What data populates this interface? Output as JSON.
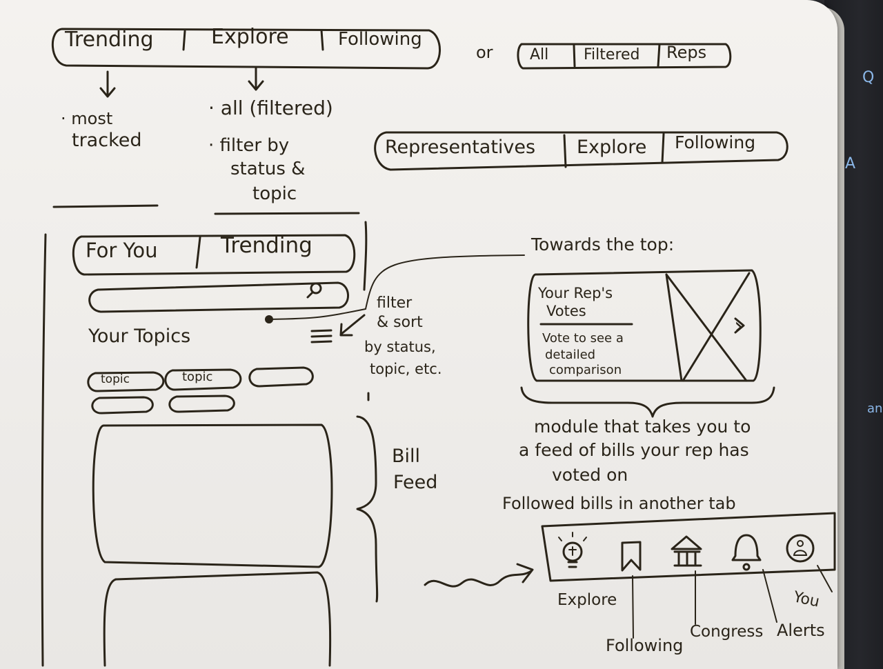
{
  "tabs_primary": {
    "trending": "Trending",
    "explore": "Explore",
    "following": "Following"
  },
  "or_text": "or",
  "tabs_alt": {
    "all": "All",
    "filtered": "Filtered",
    "reps": "Reps"
  },
  "notes_trending": {
    "line1": "· most",
    "line2": "tracked"
  },
  "notes_explore": {
    "line1": "· all (filtered)",
    "line2": "· filter by",
    "line3": "status &",
    "line4": "topic"
  },
  "tabs_reps": {
    "representatives": "Representatives",
    "explore": "Explore",
    "following": "Following"
  },
  "phone": {
    "tab_for_you": "For You",
    "tab_trending": "Trending",
    "your_topics": "Your Topics",
    "chip_1": "topic",
    "chip_2": "topic"
  },
  "filter_note": {
    "line1": "filter",
    "line2": "& sort",
    "line3": "by status,",
    "line4": "topic, etc."
  },
  "towards_top": "Towards the top:",
  "rep_module": {
    "line1": "Your Rep's",
    "line2": "Votes",
    "line3": "Vote to see a",
    "line4": "detailed",
    "line5": "comparison",
    "chevron": "›"
  },
  "module_note": {
    "line1": "module that takes you to",
    "line2": "a feed of bills your rep has",
    "line3": "voted on"
  },
  "bill_feed": {
    "line1": "Bill",
    "line2": "Feed"
  },
  "followed_note": "Followed bills in another tab",
  "nav_labels": {
    "explore": "Explore",
    "following": "Following",
    "congress": "Congress",
    "alerts": "Alerts",
    "you": "You"
  },
  "keyboard": {
    "q": "Q",
    "a": "A",
    "partial": "an"
  }
}
